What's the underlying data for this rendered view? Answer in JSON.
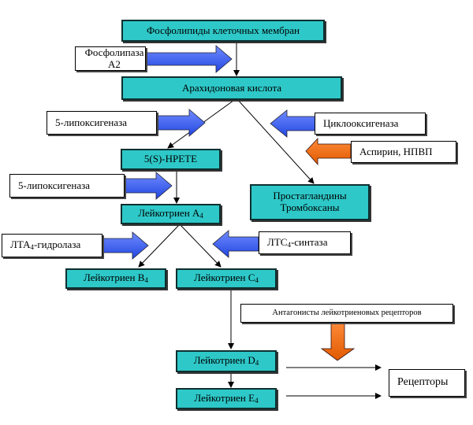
{
  "diagram": {
    "nodes": {
      "phospholipids": "Фосфолипиды клеточных мембран",
      "arachidonic": "Арахидоновая кислота",
      "hpete": "5(S)-HPETE",
      "lta4": {
        "text": "Лейкотриен А",
        "sub": "4"
      },
      "prostaglandins_line1": "Простагландины",
      "prostaglandins_line2": "Тромбоксаны",
      "ltb4": {
        "text": "Лейкотриен В",
        "sub": "4"
      },
      "ltc4": {
        "text": "Лейкотриен С",
        "sub": "4"
      },
      "ltd4": {
        "text": "Лейкотриен D",
        "sub": "4"
      },
      "lte4": {
        "text": "Лейкотриен Е",
        "sub": "4"
      },
      "receptors": "Рецепторы"
    },
    "enzymes": {
      "phospholipase": "Фосфолипаза А2",
      "lipoxygenase_1": "5-липоксигеназа",
      "lipoxygenase_2": "5-липоксигеназа",
      "cyclooxygenase": "Циклооксигеназа",
      "aspirin": "Аспирин, НПВП",
      "lta4_hydrolase": {
        "text": "ЛТА",
        "sub": "4",
        "suffix": "-гидролаза"
      },
      "ltc4_synthase": {
        "text": "ЛТС",
        "sub": "4",
        "suffix": "-синтаза"
      },
      "antagonists": "Антагонисты лейкотриеновых рецепторов"
    },
    "colors": {
      "node_fill": "#2ec8c8",
      "enzyme_arrow": "#3a5ef0",
      "inhibitor_arrow": "#f06a10"
    }
  }
}
